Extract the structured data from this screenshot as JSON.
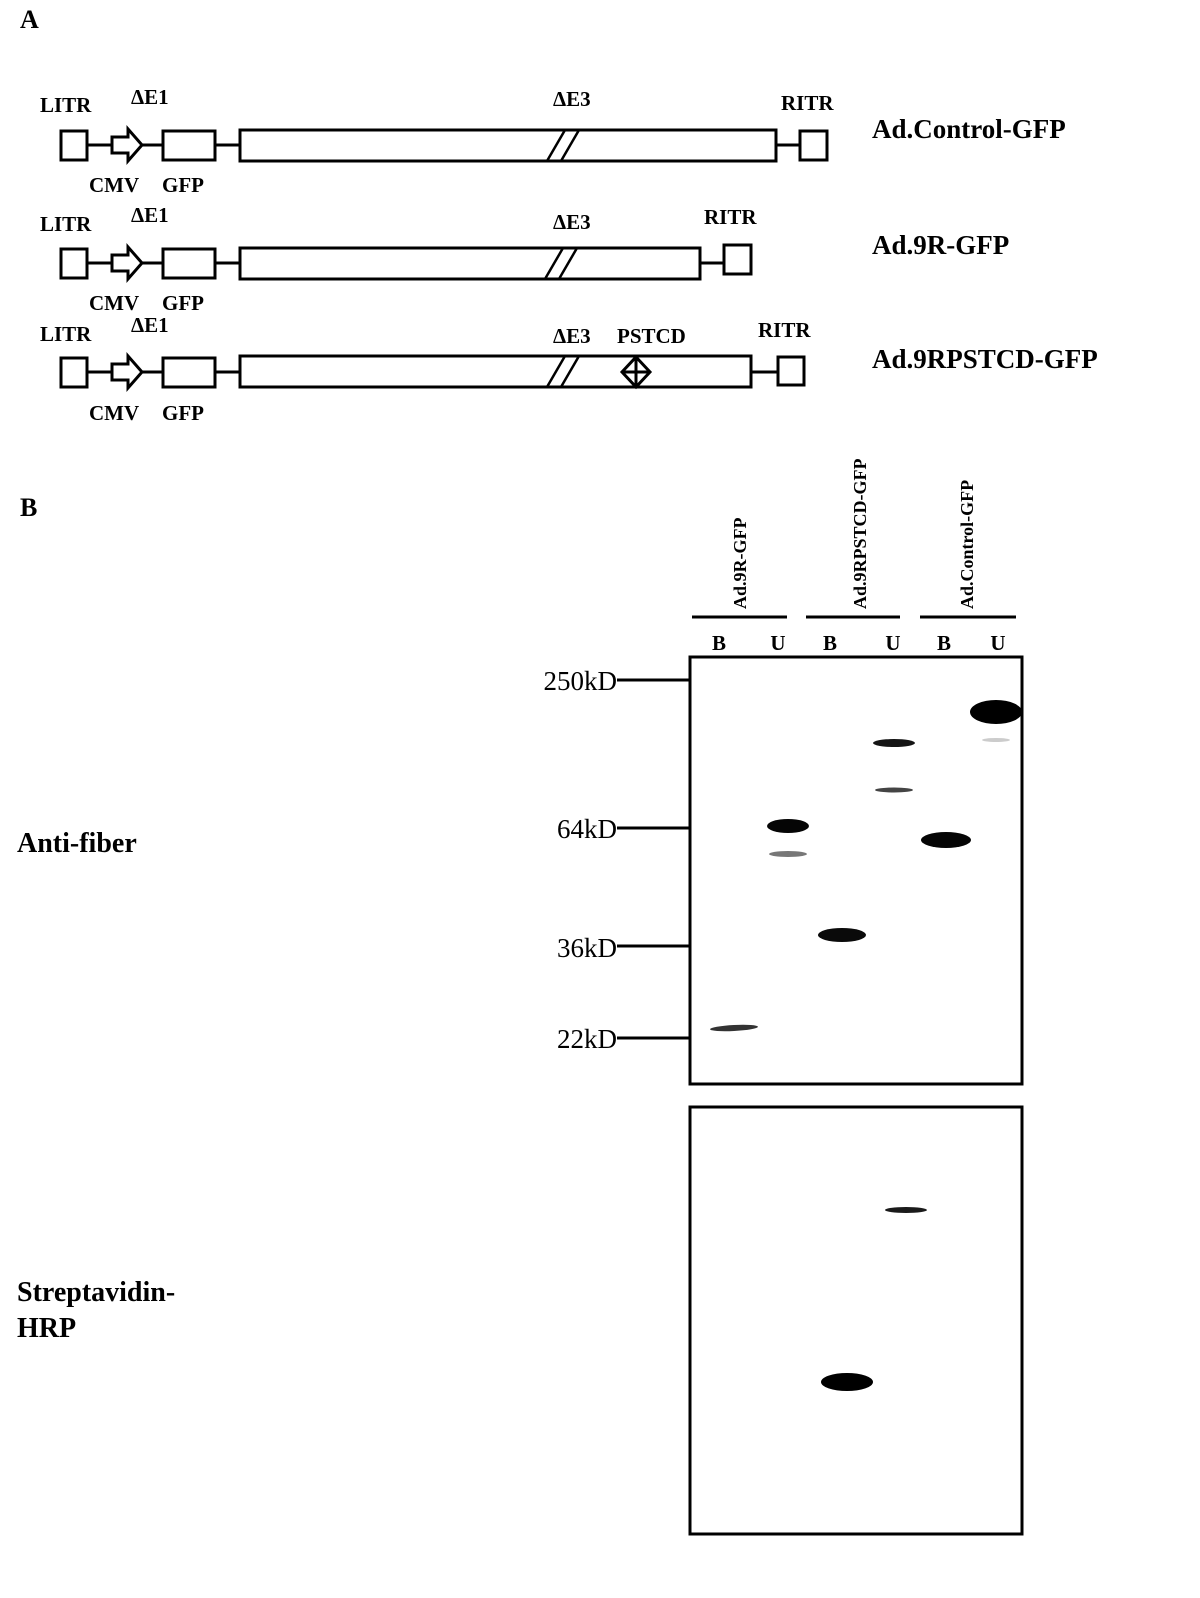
{
  "panel_a": {
    "label": "A",
    "constructs": [
      {
        "name": "Ad.Control-GFP",
        "litr": "LITR",
        "de1": "ΔE1",
        "de3": "ΔE3",
        "ritr": "RITR",
        "cmv": "CMV",
        "gfp": "GFP",
        "pstcd": ""
      },
      {
        "name": "Ad.9R-GFP",
        "litr": "LITR",
        "de1": "ΔE1",
        "de3": "ΔE3",
        "ritr": "RITR",
        "cmv": "CMV",
        "gfp": "GFP",
        "pstcd": ""
      },
      {
        "name": "Ad.9RPSTCD-GFP",
        "litr": "LITR",
        "de1": "ΔE1",
        "de3": "ΔE3",
        "ritr": "RITR",
        "cmv": "CMV",
        "gfp": "GFP",
        "pstcd": "PSTCD"
      }
    ]
  },
  "panel_b": {
    "label": "B",
    "sample_groups": [
      "Ad.9R-GFP",
      "Ad.9RPSTCD-GFP",
      "Ad.Control-GFP"
    ],
    "lanes": [
      "B",
      "U",
      "B",
      "U",
      "B",
      "U"
    ],
    "markers": [
      "250kD",
      "64kD",
      "36kD",
      "22kD"
    ],
    "blot_labels": {
      "anti_fiber": "Anti-fiber",
      "streptavidin_line1": "Streptavidin-",
      "streptavidin_line2": "HRP"
    }
  }
}
